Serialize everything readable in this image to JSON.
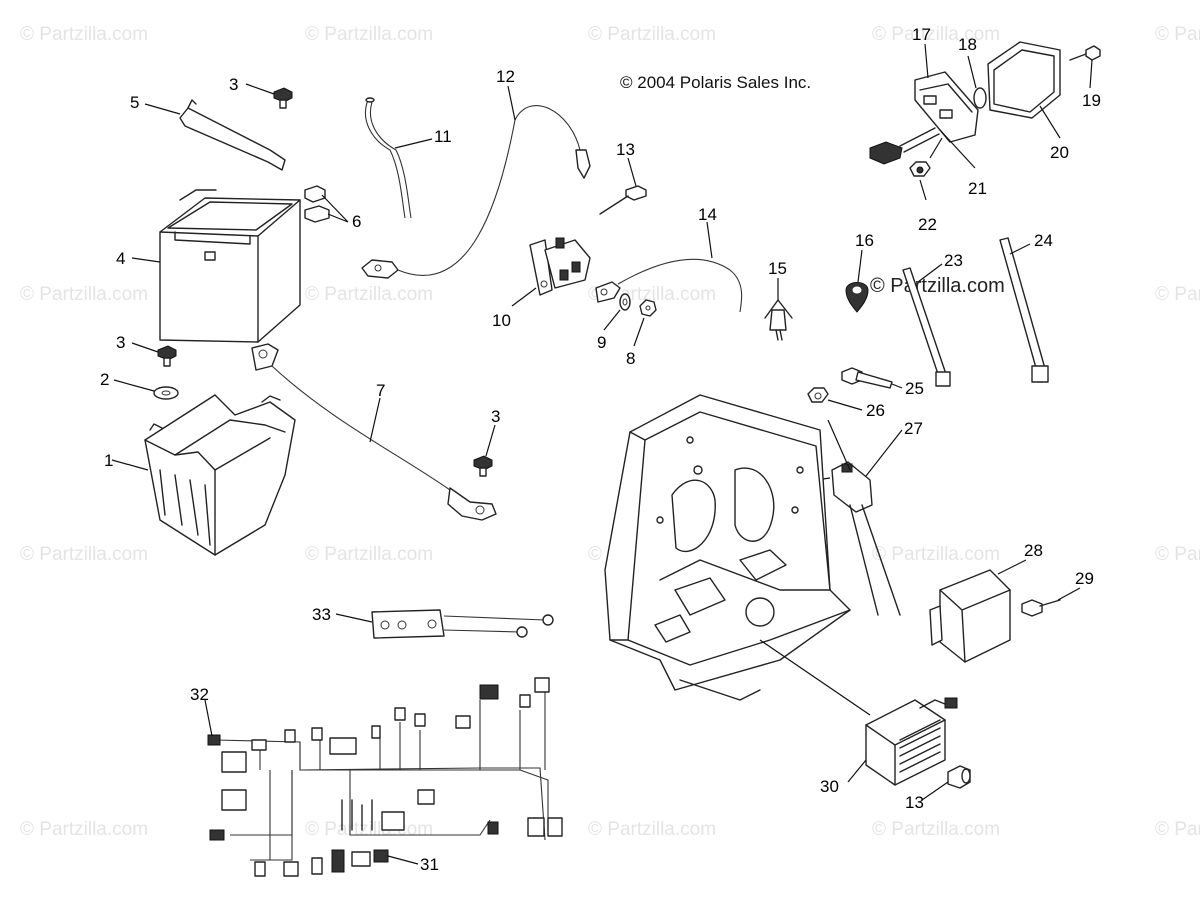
{
  "copyright": "© 2004 Polaris Sales Inc.",
  "inline_watermark": "© Partzilla.com",
  "watermark_text": "© Partzilla.com",
  "callouts": {
    "c1": "1",
    "c2": "2",
    "c3a": "3",
    "c3b": "3",
    "c3c": "3",
    "c4": "4",
    "c5": "5",
    "c6": "6",
    "c7": "7",
    "c8": "8",
    "c9": "9",
    "c10": "10",
    "c11": "11",
    "c12": "12",
    "c13a": "13",
    "c13b": "13",
    "c14": "14",
    "c15": "15",
    "c16": "16",
    "c17": "17",
    "c18": "18",
    "c19": "19",
    "c20": "20",
    "c21": "21",
    "c22": "22",
    "c23": "23",
    "c24": "24",
    "c25": "25",
    "c26": "26",
    "c27": "27",
    "c28": "28",
    "c29": "29",
    "c30": "30",
    "c31": "31",
    "c32": "32",
    "c33": "33"
  }
}
